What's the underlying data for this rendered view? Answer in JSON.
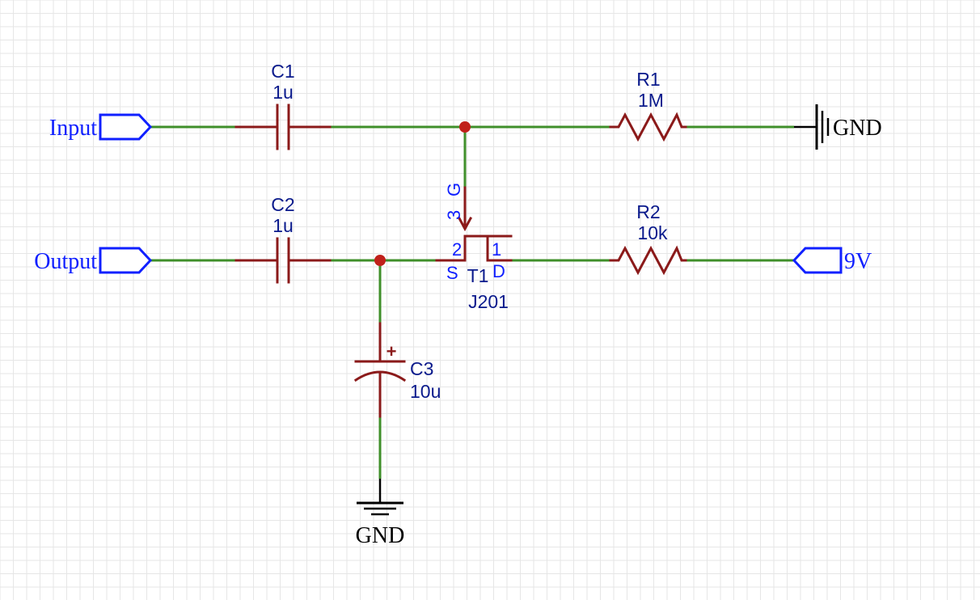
{
  "ports": {
    "input": "Input",
    "output": "Output",
    "supply": "9V"
  },
  "ground": {
    "top": "GND",
    "bottom": "GND"
  },
  "components": {
    "c1": {
      "ref": "C1",
      "value": "1u"
    },
    "c2": {
      "ref": "C2",
      "value": "1u"
    },
    "c3": {
      "ref": "C3",
      "value": "10u",
      "polarity": "+"
    },
    "r1": {
      "ref": "R1",
      "value": "1M"
    },
    "r2": {
      "ref": "R2",
      "value": "10k"
    },
    "t1": {
      "ref": "T1",
      "value": "J201",
      "pins": {
        "gate_num": "3",
        "gate": "G",
        "source_num": "2",
        "source": "S",
        "drain_num": "1",
        "drain": "D"
      }
    }
  },
  "colors": {
    "wire": "#3f8f2a",
    "part": "#8b1a1a",
    "junction": "#c0201a",
    "net_label": "#1020ff",
    "designator": "#0a1a8c"
  }
}
